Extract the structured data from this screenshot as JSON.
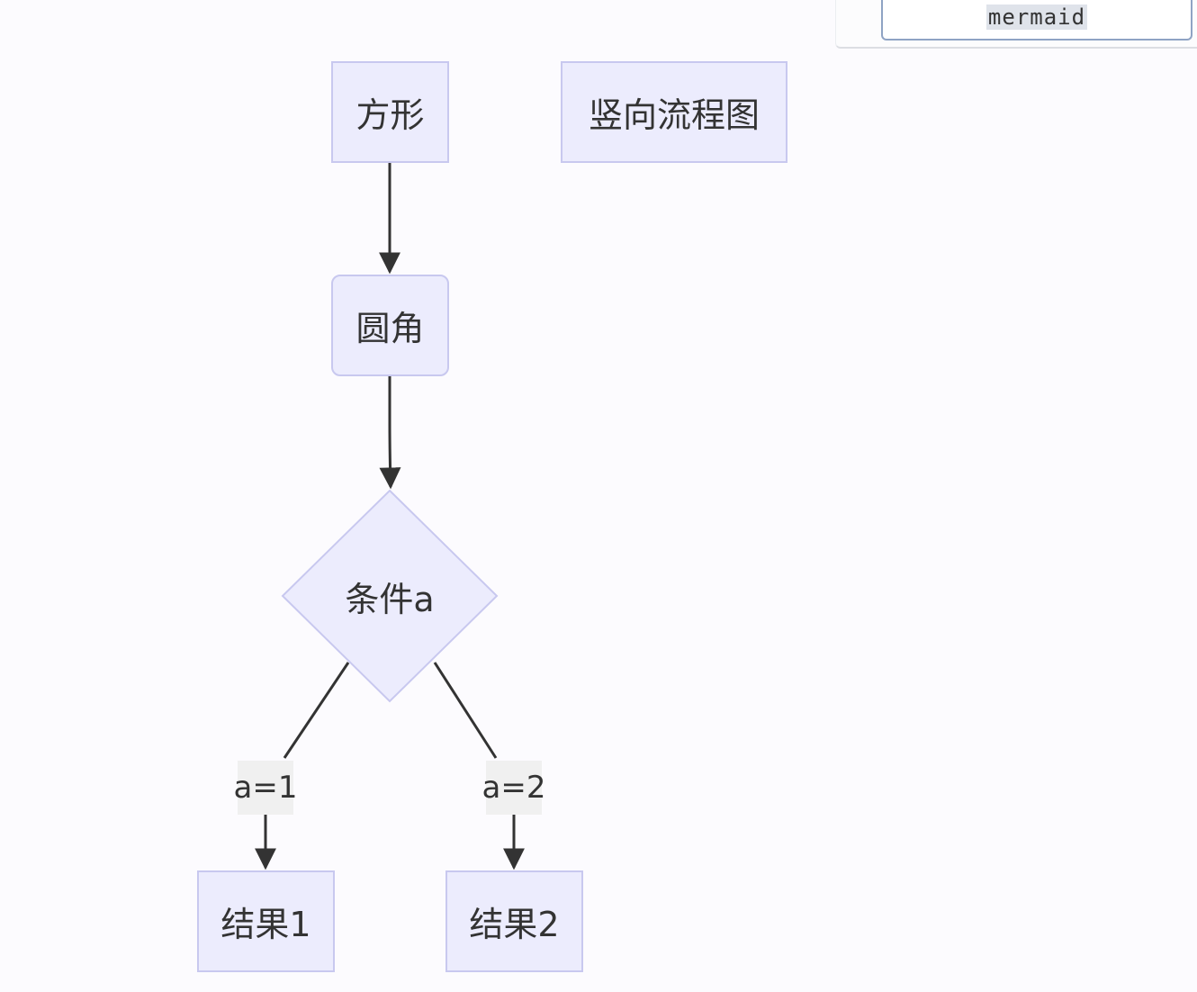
{
  "toolbar": {
    "language_value": "mermaid"
  },
  "nodes": {
    "square": "方形",
    "title": "竖向流程图",
    "rounded": "圆角",
    "condition": "条件a",
    "result1": "结果1",
    "result2": "结果2"
  },
  "edge_labels": {
    "a1": "a=1",
    "a2": "a=2"
  },
  "colors": {
    "node_fill": "#ececfd",
    "node_border": "#c8c8ef",
    "edge": "#333333",
    "edge_label_bg": "#f0f0f0"
  }
}
